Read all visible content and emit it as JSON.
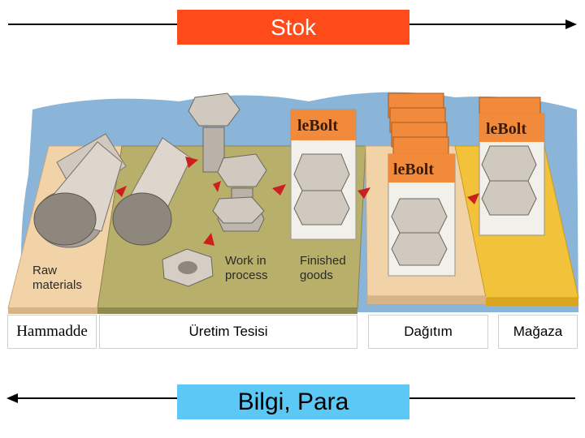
{
  "top_banner": {
    "label": "Stok",
    "color": "#ff4a1a"
  },
  "bottom_banner": {
    "label": "Bilgi, Para",
    "color": "#5cc8f5"
  },
  "illustration": {
    "raw_label_line1": "Raw",
    "raw_label_line2": "materials",
    "wip_label_line1": "Work in",
    "wip_label_line2": "process",
    "finished_label_line1": "Finished",
    "finished_label_line2": "goods",
    "brand": "leBolt"
  },
  "stages": [
    {
      "label": "Hammadde"
    },
    {
      "label": "Üretim Tesisi"
    },
    {
      "label": "Dağıtım"
    },
    {
      "label": "Mağaza"
    }
  ],
  "colors": {
    "backdrop": "#8ab4d8",
    "raw_platform": "#f2d3a8",
    "factory_platform": "#b8b06a",
    "distribution_platform": "#f2d3a8",
    "store_platform": "#f2c23a",
    "package": "#f28a3c"
  }
}
